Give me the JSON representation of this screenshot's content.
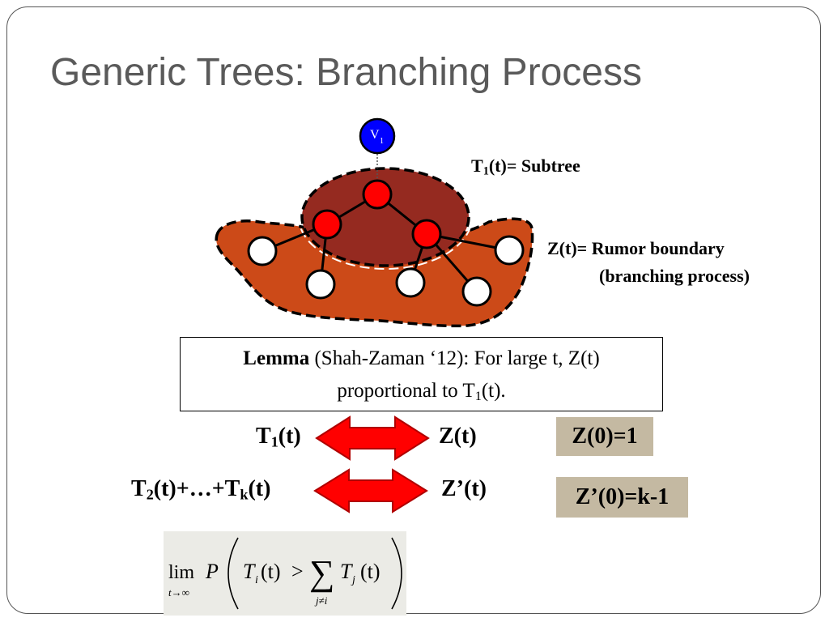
{
  "title": "Generic Trees: Branching Process",
  "diagram": {
    "root_label": "V",
    "root_sub": "1",
    "colors": {
      "boundary": "#cc4a18",
      "subtree": "#952a20",
      "red_node": "#ff0000",
      "root_node": "#0000ff"
    }
  },
  "subtree_label": {
    "pre": "T",
    "sub": "1",
    "post": "(t)= Subtree"
  },
  "boundary_label": {
    "line1": "Z(t)= Rumor boundary",
    "line2": "(branching process)"
  },
  "lemma": {
    "bold": "Lemma",
    "line1_rest": " (Shah-Zaman ‘12): For large t, Z(t)",
    "line2_pre": "proportional to T",
    "line2_sub": "1",
    "line2_post": "(t)."
  },
  "row1": {
    "left_pre": "T",
    "left_sub": "1",
    "left_post": "(t)",
    "right": "Z(t)",
    "box": "Z(0)=1"
  },
  "row2": {
    "left_a": "T",
    "left_a_sub": "2",
    "left_mid": "(t)+…+T",
    "left_b_sub": "k",
    "left_post": "(t)",
    "right": "Z’(t)",
    "box": "Z’(0)=k-1"
  },
  "formula": {
    "lim": "lim",
    "limsub": "t→∞",
    "P": "P",
    "Ti": "T",
    "i": "i",
    "t1": "(t)",
    "gt": ">",
    "sum": "∑",
    "sumsub": "j≠i",
    "Tj": "T",
    "j": "j",
    "t2": "(t)"
  }
}
